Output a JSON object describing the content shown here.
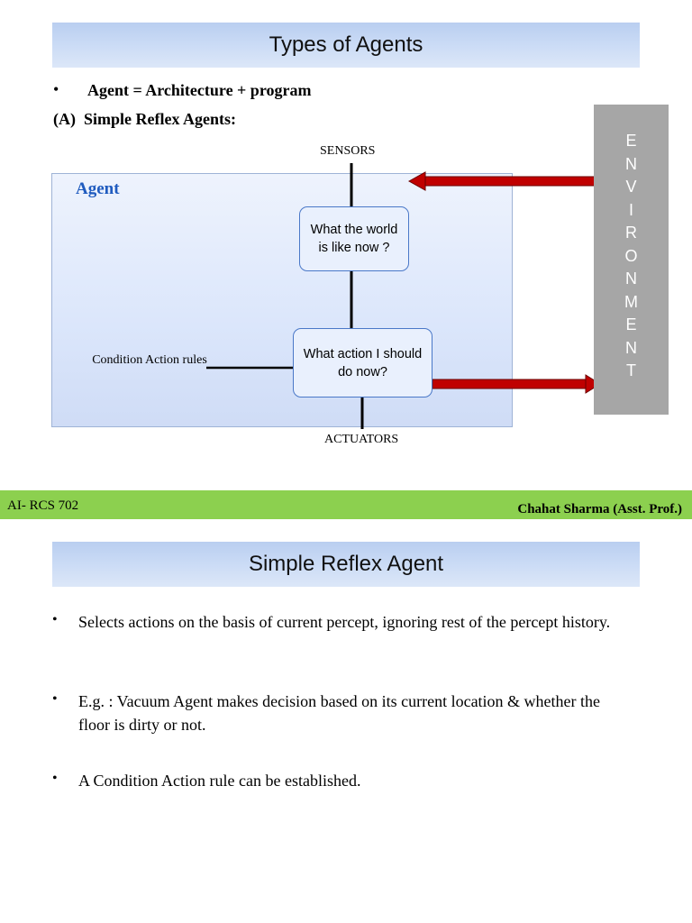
{
  "slide1": {
    "title": "Types of Agents",
    "bullet_symbol": "•",
    "bullet": "Agent = Architecture + program",
    "subheading": "(A)  Simple Reflex Agents:",
    "agent_label": "Agent",
    "sensors_label": "SENSORS",
    "actuators_label": "ACTUATORS",
    "node_world": "What the world is like now ?",
    "node_action": "What action I should do now?",
    "rules_label": "Condition Action rules",
    "environment_letters": [
      "E",
      "N",
      "V",
      "I",
      "R",
      "O",
      "N",
      "M",
      "E",
      "N",
      "T"
    ]
  },
  "footer": {
    "course": "AI- RCS 702",
    "author": "Chahat Sharma (Asst. Prof.)"
  },
  "slide2": {
    "title": "Simple Reflex Agent",
    "bullets": [
      "Selects actions on the basis of current percept, ignoring rest of the percept history.",
      "E.g. : Vacuum Agent makes decision based on its current location & whether the floor is dirty or not.",
      "A Condition Action rule can be established."
    ]
  },
  "colors": {
    "title_bar": "#c9daf5",
    "footer_bar": "#8cd04f",
    "arrow": "#c00000",
    "environment": "#a6a6a6",
    "agent_label": "#1f5bbf"
  }
}
